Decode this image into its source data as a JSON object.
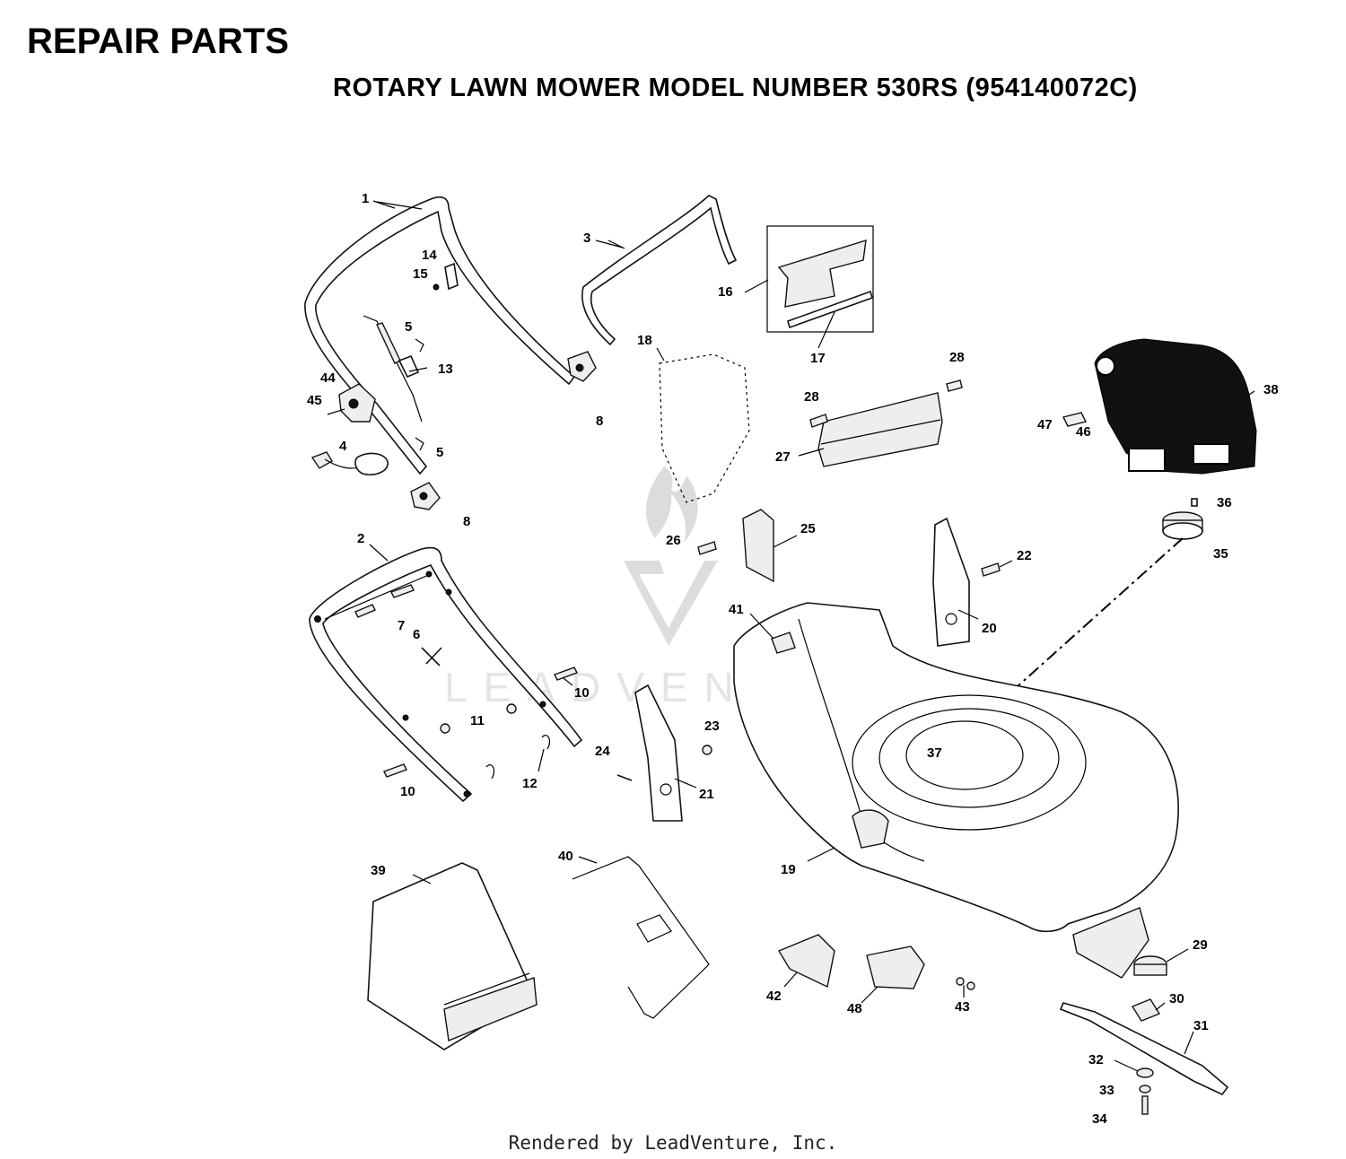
{
  "header": {
    "title": "REPAIR PARTS",
    "subtitle": "ROTARY  LAWN  MOWER  MODEL  NUMBER  530RS    (954140072C)"
  },
  "watermark": {
    "text": "LEADVENTURE"
  },
  "footer": {
    "credit": "Rendered by LeadVenture, Inc."
  },
  "callouts": [
    {
      "id": "1",
      "label": "1"
    },
    {
      "id": "2",
      "label": "2"
    },
    {
      "id": "3",
      "label": "3"
    },
    {
      "id": "4",
      "label": "4"
    },
    {
      "id": "5a",
      "label": "5"
    },
    {
      "id": "5b",
      "label": "5"
    },
    {
      "id": "6",
      "label": "6"
    },
    {
      "id": "7",
      "label": "7"
    },
    {
      "id": "8a",
      "label": "8"
    },
    {
      "id": "8b",
      "label": "8"
    },
    {
      "id": "10a",
      "label": "10"
    },
    {
      "id": "10b",
      "label": "10"
    },
    {
      "id": "11",
      "label": "11"
    },
    {
      "id": "12",
      "label": "12"
    },
    {
      "id": "13",
      "label": "13"
    },
    {
      "id": "14",
      "label": "14"
    },
    {
      "id": "15",
      "label": "15"
    },
    {
      "id": "16",
      "label": "16"
    },
    {
      "id": "17",
      "label": "17"
    },
    {
      "id": "18",
      "label": "18"
    },
    {
      "id": "19",
      "label": "19"
    },
    {
      "id": "20",
      "label": "20"
    },
    {
      "id": "21",
      "label": "21"
    },
    {
      "id": "22",
      "label": "22"
    },
    {
      "id": "23",
      "label": "23"
    },
    {
      "id": "24",
      "label": "24"
    },
    {
      "id": "25",
      "label": "25"
    },
    {
      "id": "26",
      "label": "26"
    },
    {
      "id": "27",
      "label": "27"
    },
    {
      "id": "28a",
      "label": "28"
    },
    {
      "id": "28b",
      "label": "28"
    },
    {
      "id": "29",
      "label": "29"
    },
    {
      "id": "30",
      "label": "30"
    },
    {
      "id": "31",
      "label": "31"
    },
    {
      "id": "32",
      "label": "32"
    },
    {
      "id": "33",
      "label": "33"
    },
    {
      "id": "34",
      "label": "34"
    },
    {
      "id": "35",
      "label": "35"
    },
    {
      "id": "36",
      "label": "36"
    },
    {
      "id": "37",
      "label": "37"
    },
    {
      "id": "38",
      "label": "38"
    },
    {
      "id": "39",
      "label": "39"
    },
    {
      "id": "40",
      "label": "40"
    },
    {
      "id": "41",
      "label": "41"
    },
    {
      "id": "42",
      "label": "42"
    },
    {
      "id": "43",
      "label": "43"
    },
    {
      "id": "44",
      "label": "44"
    },
    {
      "id": "45",
      "label": "45"
    },
    {
      "id": "46",
      "label": "46"
    },
    {
      "id": "47",
      "label": "47"
    },
    {
      "id": "48",
      "label": "48"
    }
  ]
}
